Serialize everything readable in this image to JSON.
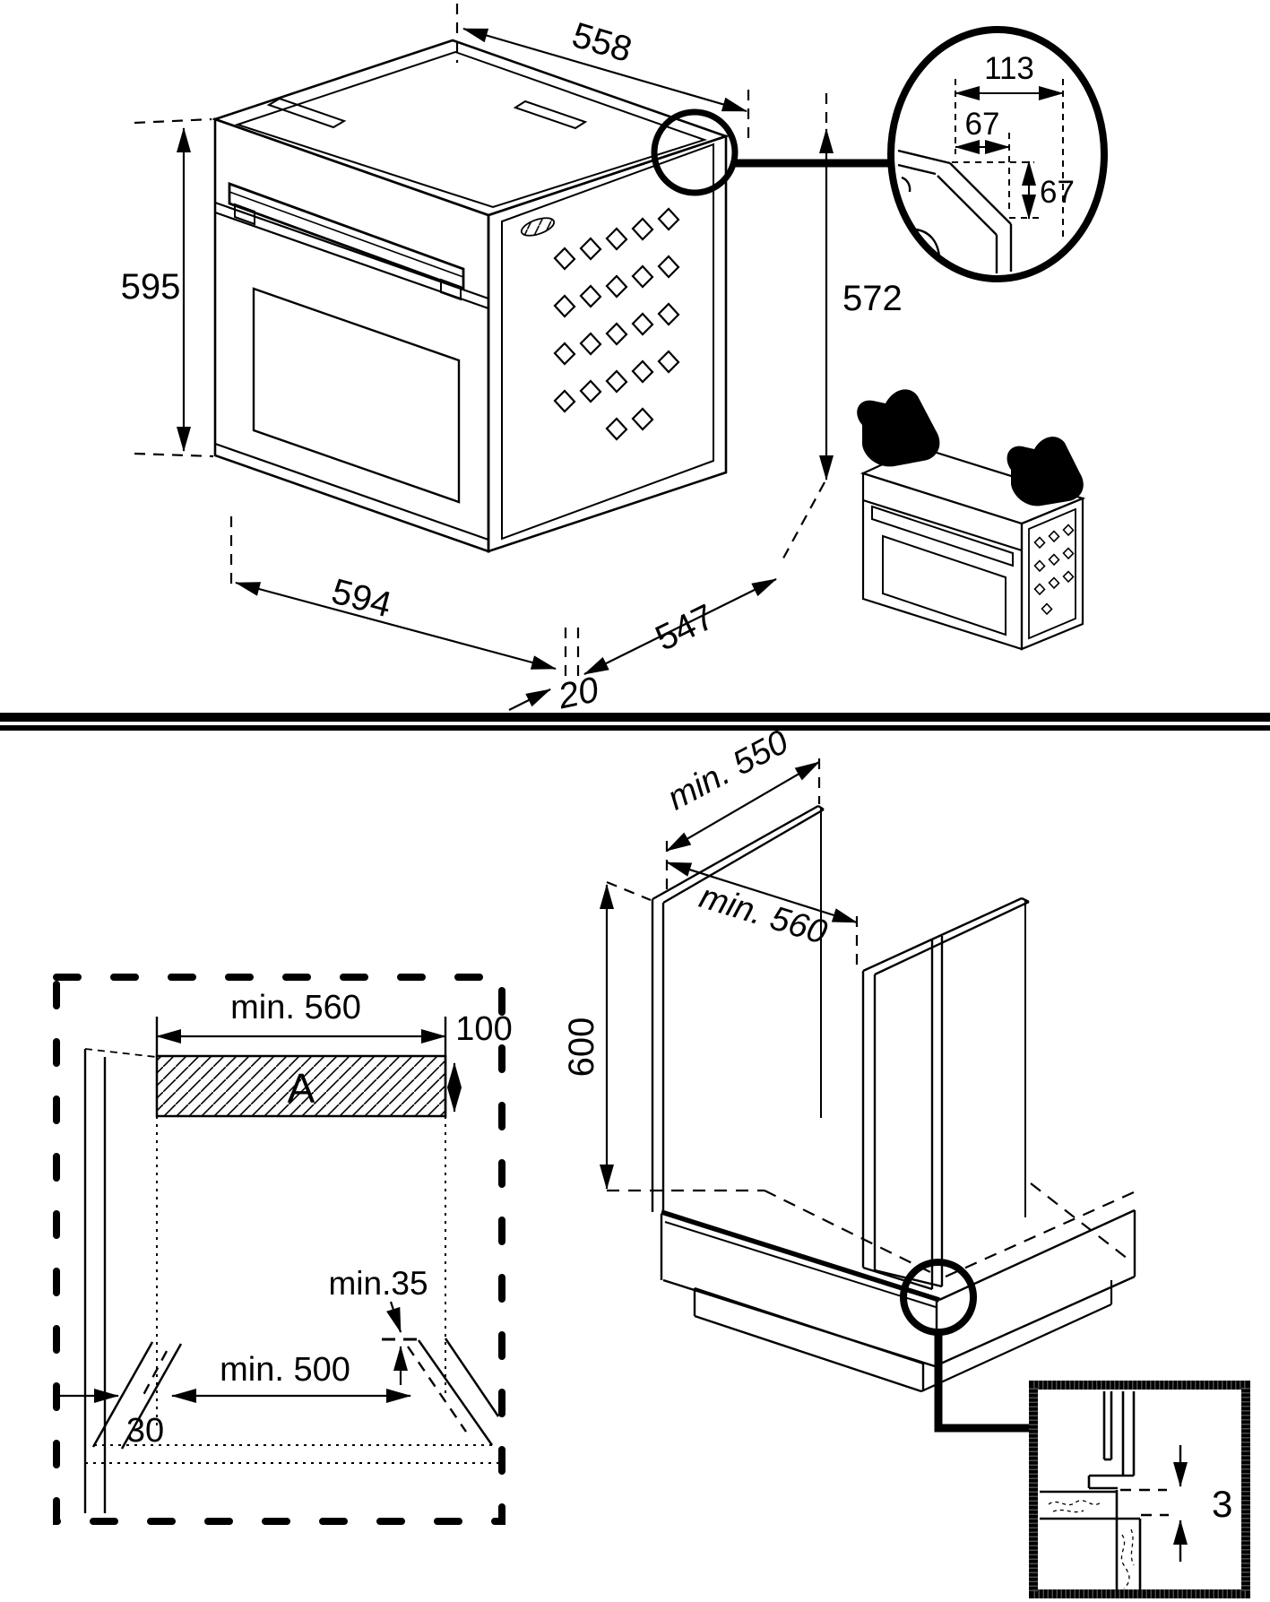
{
  "oven_drawing": {
    "width_top": "558",
    "height_front": "595",
    "width_front": "594",
    "depth_side": "547",
    "door_overhang": "20",
    "height_back": "572"
  },
  "corner_detail": {
    "offset_total": "113",
    "offset_x": "67",
    "offset_y": "67"
  },
  "niche_cutout": {
    "width_min": "min. 560",
    "vent_height": "100",
    "vent_area_label": "A",
    "rear_step_min": "min.35",
    "opening_width_min": "min. 500",
    "side_clearance": "30"
  },
  "cabinet_install": {
    "depth_min": "min. 550",
    "width_min": "min. 560",
    "height": "600",
    "rear_gap": "3"
  },
  "colors": {
    "line": "#000000",
    "background": "#ffffff"
  }
}
